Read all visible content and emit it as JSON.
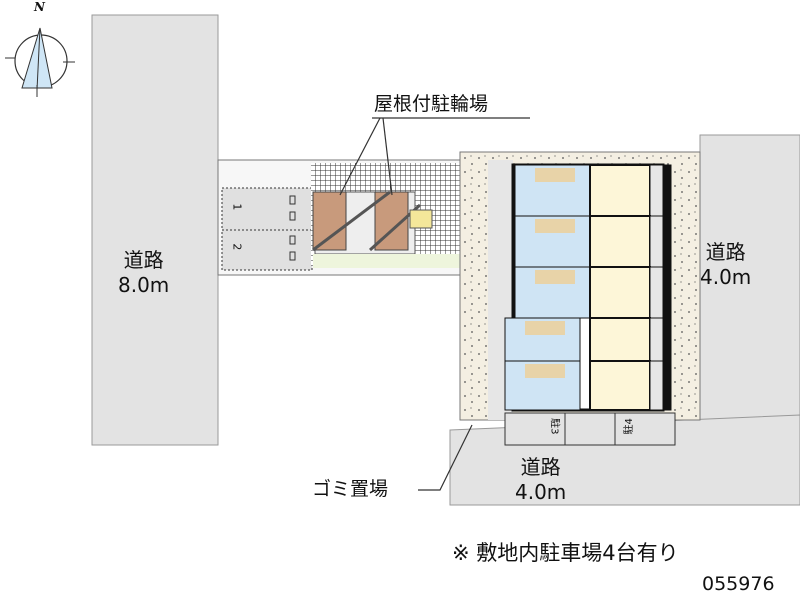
{
  "compass": {
    "north_label": "N"
  },
  "roads": {
    "west": {
      "name": "道路",
      "width": "8.0m"
    },
    "east": {
      "name": "道路",
      "width": "4.0m"
    },
    "south": {
      "name": "道路",
      "width": "4.0m"
    }
  },
  "labels": {
    "bicycle_parking": "屋根付駐輪場",
    "garbage": "ゴミ置場"
  },
  "parking": {
    "spaces": [
      "1",
      "2",
      "3",
      "4"
    ],
    "space_prefix": "駐"
  },
  "note": "※ 敷地内駐車場4台有り",
  "code": "055976",
  "colors": {
    "road": "#e3e3e3",
    "lot": "#f4efe2",
    "room": "#fdf6d8",
    "wet": "#cfe4f4",
    "bike": "#c89a7c"
  }
}
